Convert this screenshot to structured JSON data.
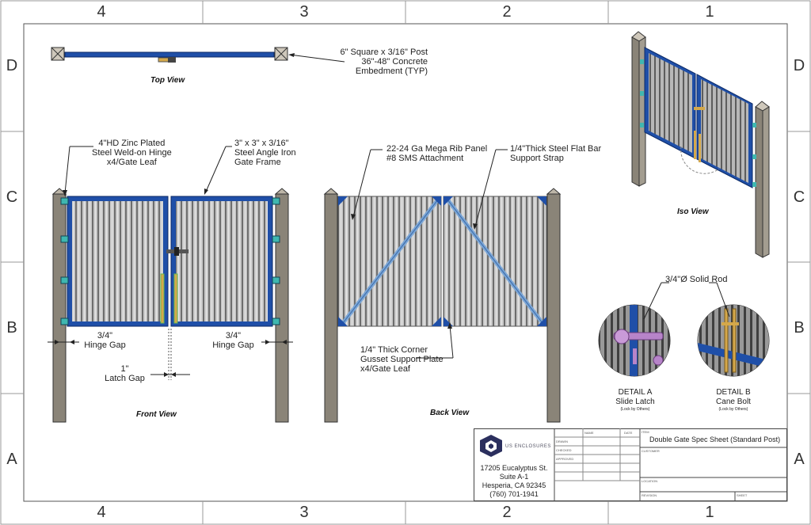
{
  "zones": {
    "columns": [
      "4",
      "3",
      "2",
      "1"
    ],
    "rows": [
      "D",
      "C",
      "B",
      "A"
    ]
  },
  "views": {
    "top": "Top View",
    "front": "Front View",
    "back": "Back View",
    "iso": "Iso View"
  },
  "callouts": {
    "post_line1": "6\" Square x 3/16\" Post",
    "post_line2": "36\"-48\" Concrete",
    "post_line3": "Embedment (TYP)",
    "hinge_line1": "4\"HD Zinc Plated",
    "hinge_line2": "Steel Weld-on Hinge",
    "hinge_line3": "x4/Gate Leaf",
    "frame_line1": "3\" x 3\" x 3/16\"",
    "frame_line2": "Steel Angle Iron",
    "frame_line3": "Gate Frame",
    "panel_line1": "22-24 Ga Mega Rib Panel",
    "panel_line2": "#8 SMS Attachment",
    "strap_line1": "1/4\"Thick Steel Flat Bar",
    "strap_line2": "Support Strap",
    "gusset_line1": "1/4\" Thick Corner",
    "gusset_line2": "Gusset Support Plate",
    "gusset_line3": "x4/Gate Leaf",
    "rod": "3/4\"Ø Solid Rod"
  },
  "dimensions": {
    "hinge_gap_value": "3/4\"",
    "hinge_gap_label": "Hinge Gap",
    "latch_gap_value": "1\"",
    "latch_gap_label": "Latch Gap"
  },
  "details": {
    "a_title": "DETAIL A",
    "a_name": "Slide Latch",
    "a_note": "(Lock by Others)",
    "b_title": "DETAIL B",
    "b_name": "Cane Bolt",
    "b_note": "(Lock by Others)"
  },
  "title_block": {
    "company": "US ENCLOSURES",
    "address1": "17205 Eucalyptus St.",
    "address2": "Suite A-1",
    "address3": "Hesperia, CA 92345",
    "phone": "(760) 701-1941",
    "col_name": "NAME",
    "col_date": "DATE",
    "row_drawn": "DRAWN",
    "row_checked": "CHECKED",
    "row_approved": "APPROVED",
    "item_label": "ITEM",
    "item_value": "Double Gate Spec Sheet (Standard Post)",
    "customer_label": "CUSTOMER",
    "location_label": "LOCATION",
    "revision_label": "REVISION",
    "sheet_label": "SHEET"
  },
  "colors": {
    "frame_blue": "#1f4fa8",
    "post_gray": "#8a8478",
    "hinge_teal": "#3fb7b0",
    "latch_purple": "#b784c9"
  }
}
